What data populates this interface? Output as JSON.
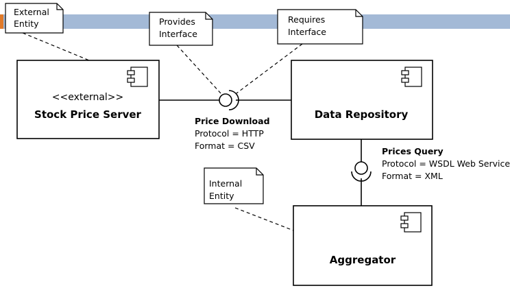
{
  "colors": {
    "band": "#a3b9d6",
    "band_accent": "#e07a2a",
    "stroke": "#000000",
    "fill": "#ffffff"
  },
  "notes": {
    "external_entity": [
      "External",
      "Entity"
    ],
    "provides_interface": [
      "Provides",
      "Interface"
    ],
    "requires_interface": [
      "Requires",
      "Interface"
    ],
    "internal_entity": [
      "Internal",
      "Entity"
    ]
  },
  "components": {
    "stock_price_server": {
      "stereotype": "<<external>>",
      "title": "Stock Price Server",
      "icon": "component-icon"
    },
    "data_repository": {
      "title": "Data Repository",
      "icon": "component-icon"
    },
    "aggregator": {
      "title": "Aggregator",
      "icon": "component-icon"
    }
  },
  "connections": {
    "price_download": {
      "title": "Price Download",
      "protocol": "Protocol = HTTP",
      "format": "Format = CSV"
    },
    "prices_query": {
      "title": "Prices Query",
      "protocol": "Protocol = WSDL Web Service",
      "format": "Format = XML"
    }
  }
}
